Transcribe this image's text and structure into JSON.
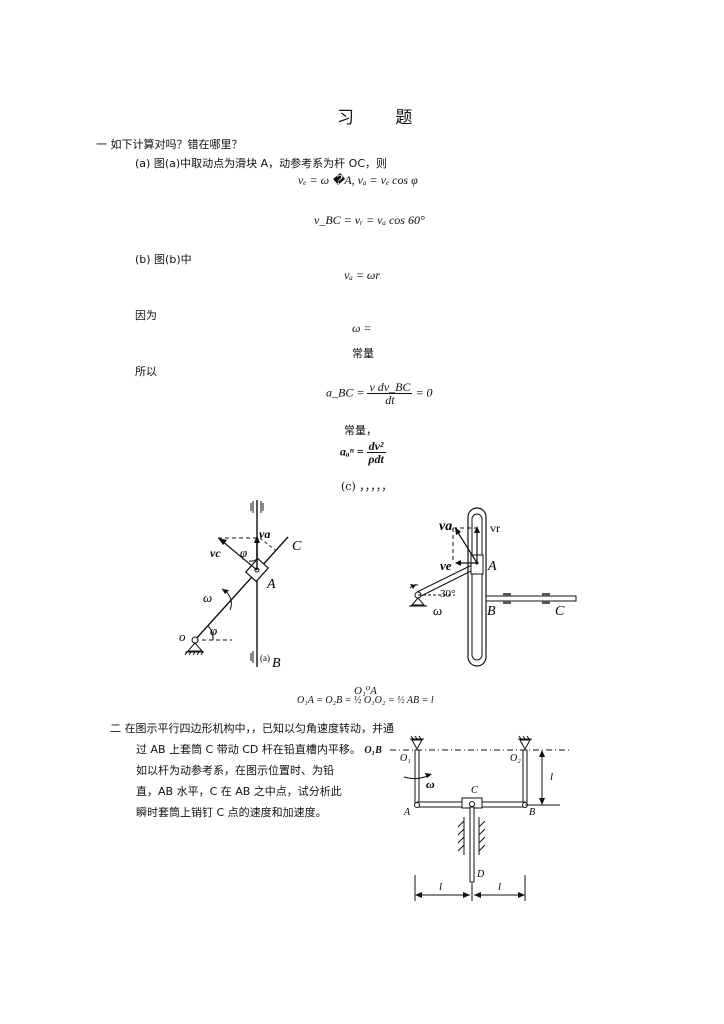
{
  "title": "习 题",
  "q1": {
    "heading": "一 如下计算对吗？错在哪里？",
    "a_intro": "(a) 图(a)中取动点为滑块 A，动参考系为杆 OC，则",
    "a_eq1": "vₑ = ω �A,   vₐ = vₑ cos φ",
    "a_eq2": "v_BC = vᵣ = vₐ cos 60°",
    "b_intro": "(b) 图(b)中",
    "b_eq1": "vₐ = ωr",
    "because": "因为",
    "omega_eq": "ω =",
    "const1": "常量",
    "therefore": "所以",
    "a_bc_lhs": "a_BC =",
    "a_bc_num": "v dv_BC",
    "a_bc_den": "dt",
    "a_bc_rhs": "= 0",
    "const2": "常量，",
    "garbled_lhs": "aₐⁿ =",
    "garbled_num": "dv²",
    "garbled_den": "ρdt",
    "c_line": "(c) ，，，，，"
  },
  "fig_a": {
    "labels": {
      "va": "va",
      "vc": "vc",
      "phi_top": "φ",
      "C": "C",
      "A": "A",
      "omega": "ω",
      "O": "o",
      "phi_bottom": "φ",
      "B": "B",
      "fig_tag": "(a)"
    }
  },
  "fig_b": {
    "labels": {
      "va": "va",
      "vr": "vr",
      "ve": "ve",
      "A": "A",
      "angle": "30°",
      "omega": "ω",
      "B": "B",
      "C": "C"
    }
  },
  "formula_line": {
    "overlap": "O₁⁰A",
    "text": "O₁A = O₂B = ½ O₁O₂ = ½ AB = l"
  },
  "q2": {
    "line1": "二  在图示平行四边形机构中，，已知以匀角速度转动，并通",
    "line2": "过 AB 上套筒 C 带动 CD 杆在铅直槽内平移。",
    "line2_tail": "O₁B",
    "line3": "如以杆为动参考系，在图示位置时、为铅",
    "line4": "直，AB 水平，C 在 AB 之中点，试分析此",
    "line5": "瞬时套筒上销钉 C 点的速度和加速度。"
  },
  "fig_c": {
    "labels": {
      "O1": "O₁",
      "O2": "O₂",
      "l_right": "l",
      "omega": "ω",
      "C": "C",
      "A": "A",
      "B": "B",
      "D": "D",
      "l_left_dim": "l",
      "l_right_dim": "l"
    }
  }
}
